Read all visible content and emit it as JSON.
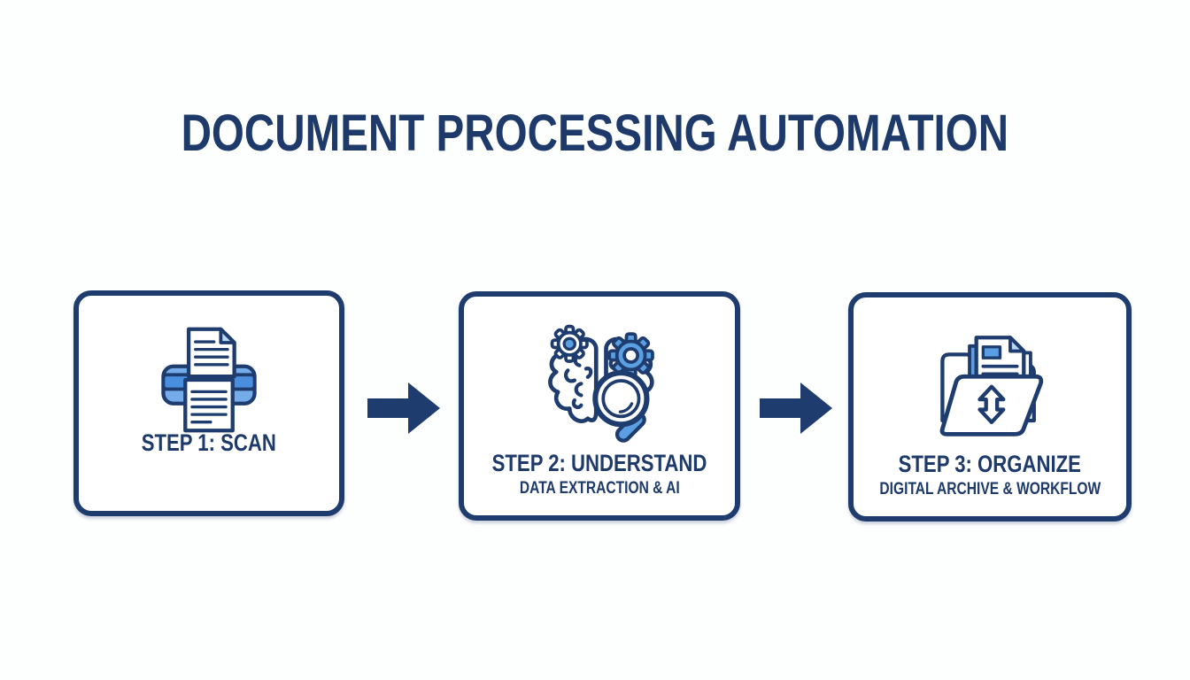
{
  "title": "DOCUMENT PROCESSING AUTOMATION",
  "colors": {
    "navy_text": "#1e3a6a",
    "box_border": "#1e3c6e",
    "arrow": "#1e3c6e",
    "icon_blue": "#5b9fe3",
    "icon_blue_light": "#74ade9",
    "icon_blue_band": "#4a8fdf",
    "icon_blue_pale": "#b9d7f3",
    "background": "#fdfefe"
  },
  "steps": [
    {
      "label": "STEP 1: SCAN",
      "subtitle": "",
      "icon": "scanner-printer-icon"
    },
    {
      "label": "STEP 2: UNDERSTAND",
      "subtitle": "DATA EXTRACTION & AI",
      "icon": "brain-gears-magnifier-icon"
    },
    {
      "label": "STEP 3: ORGANIZE",
      "subtitle": "DIGITAL ARCHIVE & WORKFLOW",
      "icon": "folder-archive-sync-icon"
    }
  ]
}
